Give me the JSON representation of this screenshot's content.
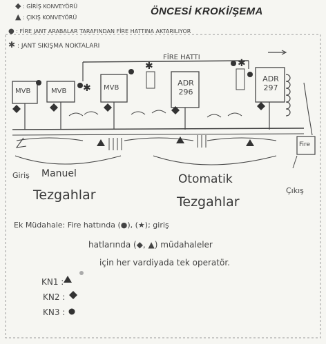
{
  "header": {
    "title": "ÖNCESİ KROKİ/ŞEMA",
    "legend": [
      {
        "symbol": "diamond",
        "text": ": GİRİŞ KONVEYÖRÜ"
      },
      {
        "symbol": "triangle",
        "text": ": ÇIKIŞ KONVEYÖRÜ"
      },
      {
        "symbol": "dot",
        "text": ": FİRE JANT ARABALAR TARAFINDAN FİRE HATTINA AKTARILIYOR"
      },
      {
        "symbol": "star",
        "text": ": JANT SIKIŞMA NOKTALARI"
      }
    ]
  },
  "diagram": {
    "fire_line_label": "FİRE HATTI",
    "machines": [
      "MVB",
      "MVB",
      "MVB",
      "ADR 296",
      "ADR 297"
    ],
    "end_label": "Fire",
    "entry_label": "Giriş",
    "exit_label": "Çıkış",
    "manual_label_1": "Manuel",
    "manual_label_2": "Tezgahlar",
    "auto_label_1": "Otomatik",
    "auto_label_2": "Tezgahlar"
  },
  "notes": {
    "line1": "Ek Müdahale: Fire hattında (●), (★); giriş",
    "line2": "hatlarında (◆, ▲) müdahaleler",
    "line3": "için her vardiyada tek operatör.",
    "kn1": "KN1 :",
    "kn2": "KN2 :",
    "kn3": "KN3 :"
  }
}
